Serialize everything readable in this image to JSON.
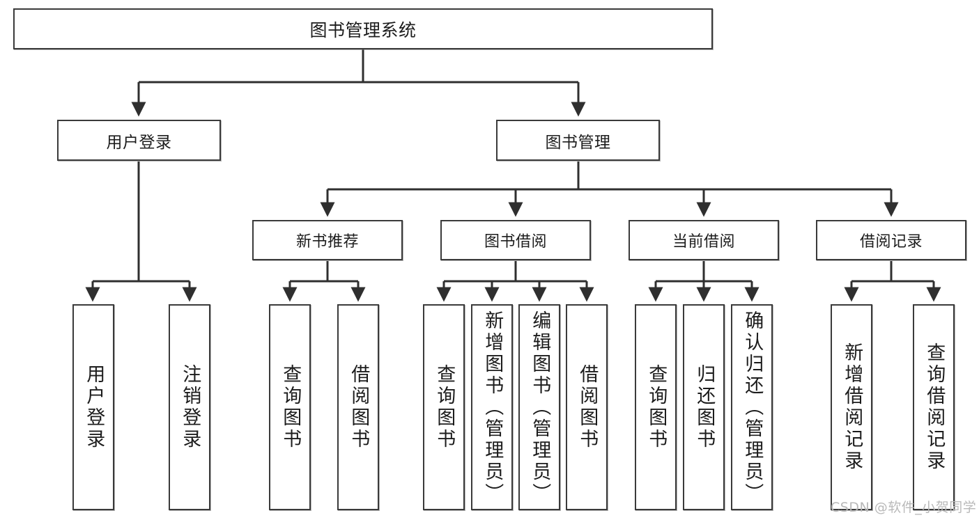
{
  "diagram": {
    "title": "图书管理系统",
    "type": "tree-hierarchy-chart",
    "watermark": "CSDN @软件_小贺同学",
    "colors": {
      "box_border": "#3a3a3a",
      "box_fill": "#ffffff",
      "connector": "#2f2f2f",
      "text": "#1c1c1c",
      "watermark": "#b9b9b9"
    }
  },
  "nodes": {
    "root": {
      "label": "图书管理系统"
    },
    "level2": [
      {
        "label": "用户登录"
      },
      {
        "label": "图书管理"
      }
    ],
    "level3": [
      {
        "label": "新书推荐"
      },
      {
        "label": "图书借阅"
      },
      {
        "label": "当前借阅"
      },
      {
        "label": "借阅记录"
      }
    ],
    "leaves": {
      "user_login": [
        {
          "label": "用户登录"
        },
        {
          "label": "注销登录"
        }
      ],
      "new_book_recommend": [
        {
          "label": "查询图书"
        },
        {
          "label": "借阅图书"
        }
      ],
      "book_borrow": [
        {
          "label": "查询图书"
        },
        {
          "label": "新增图书（管理员）"
        },
        {
          "label": "编辑图书（管理员）"
        },
        {
          "label": "借阅图书"
        }
      ],
      "current_borrow": [
        {
          "label": "查询图书"
        },
        {
          "label": "归还图书"
        },
        {
          "label": "确认归还（管理员）"
        }
      ],
      "borrow_record": [
        {
          "label": "新增借阅记录"
        },
        {
          "label": "查询借阅记录"
        }
      ]
    }
  }
}
